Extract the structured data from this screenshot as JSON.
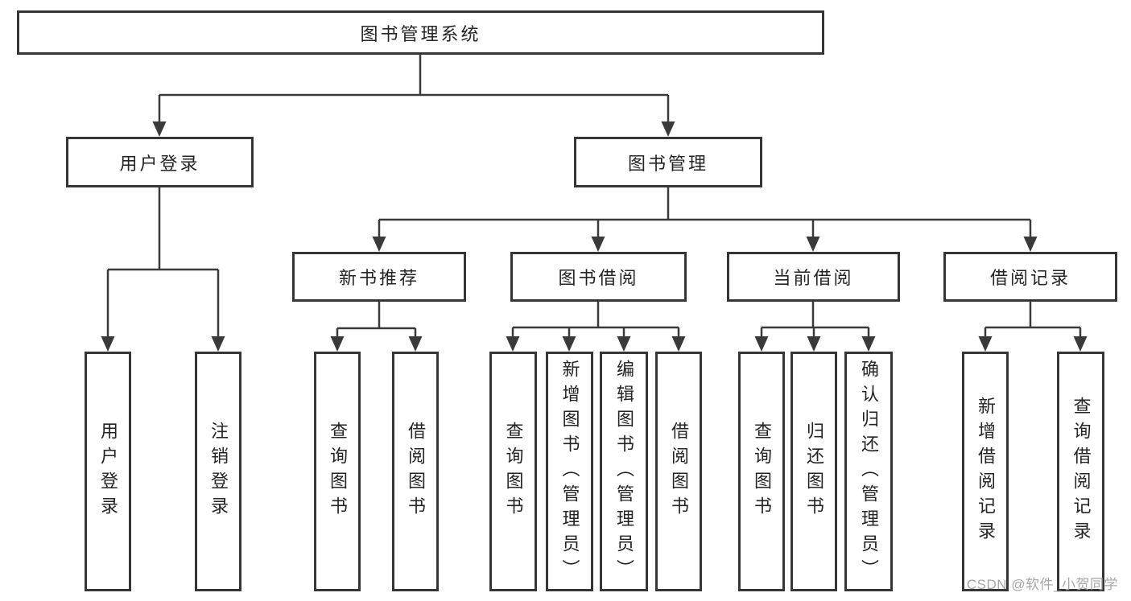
{
  "tree": {
    "label": "图书管理系统",
    "children": [
      {
        "label": "用户登录",
        "children": [
          {
            "label": "用户登录"
          },
          {
            "label": "注销登录"
          }
        ]
      },
      {
        "label": "图书管理",
        "children": [
          {
            "label": "新书推荐",
            "children": [
              {
                "label": "查询图书"
              },
              {
                "label": "借阅图书"
              }
            ]
          },
          {
            "label": "图书借阅",
            "children": [
              {
                "label": "查询图书"
              },
              {
                "label": "新增图书（管理员）"
              },
              {
                "label": "编辑图书（管理员）"
              },
              {
                "label": "借阅图书"
              }
            ]
          },
          {
            "label": "当前借阅",
            "children": [
              {
                "label": "查询图书"
              },
              {
                "label": "归还图书"
              },
              {
                "label": "确认归还（管理员）"
              }
            ]
          },
          {
            "label": "借阅记录",
            "children": [
              {
                "label": "新增借阅记录"
              },
              {
                "label": "查询借阅记录"
              }
            ]
          }
        ]
      }
    ]
  },
  "watermark": {
    "text": "CSDN @软件_小贺同学"
  },
  "colors": {
    "background": "#ffffff",
    "line": "#3a3a3a",
    "box_border": "#363636",
    "text": "#242424",
    "watermark_text": "#a6a6a6"
  }
}
